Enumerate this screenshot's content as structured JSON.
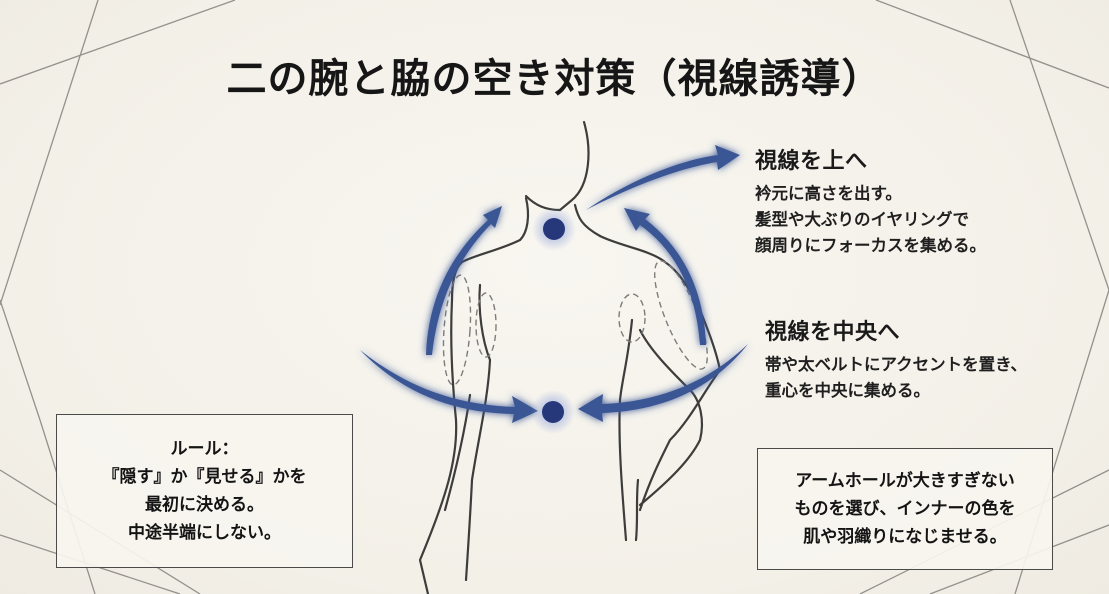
{
  "title": "二の腕と脇の空き対策（視線誘導）",
  "colors": {
    "background": "#f4f1ea",
    "accent_arrow": "#3b5695",
    "focus_dot": "#26387a",
    "glow": "#8ea2dc",
    "figure_line": "#3d3d3b",
    "text": "#1a1a1a"
  },
  "callouts": {
    "upward": {
      "heading": "視線を上へ",
      "lines": [
        "衿元に高さを出す。",
        "髪型や大ぶりのイヤリングで",
        "顔周りにフォーカスを集める。"
      ]
    },
    "center": {
      "heading": "視線を中央へ",
      "lines": [
        "帯や太ベルトにアクセントを置き、",
        "重心を中央に集める。"
      ]
    }
  },
  "boxes": {
    "rule": {
      "lines": [
        "ルール：",
        "『隠す』か『見せる』かを",
        "最初に決める。",
        "中途半端にしない。"
      ]
    },
    "armhole": {
      "lines": [
        "アームホールが大きすぎない",
        "ものを選び、インナーの色を",
        "肌や羽織りになじませる。"
      ]
    }
  },
  "figure": {
    "focus_points": [
      "neck-focus",
      "waist-focus"
    ],
    "arrows": [
      "arrow-left-up",
      "arrow-right-up",
      "arrow-neck-out",
      "arrow-waist-left",
      "arrow-waist-right"
    ],
    "highlight_zones": [
      "left-upper-arm-zone",
      "left-underarm-zone",
      "right-underarm-zone",
      "right-upper-arm-zone"
    ]
  }
}
